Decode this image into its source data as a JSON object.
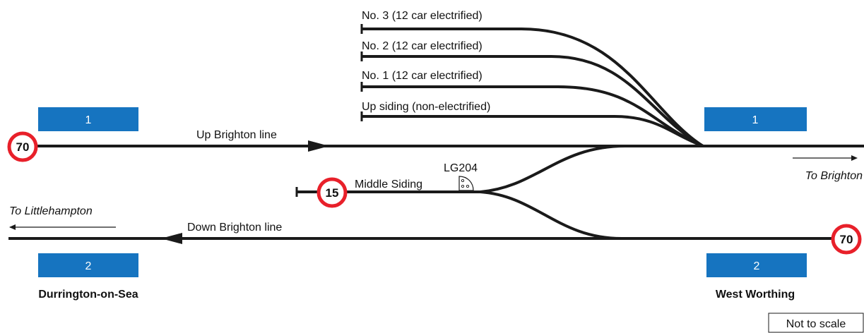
{
  "sidings": {
    "no3": "No. 3 (12 car electrified)",
    "no2": "No. 2 (12 car electrified)",
    "no1": "No. 1 (12 car electrified)",
    "up": "Up siding (non-electrified)"
  },
  "lines": {
    "up": "Up Brighton line",
    "down": "Down Brighton line",
    "middle": "Middle Siding"
  },
  "signal": "LG204",
  "platforms": {
    "left_1": "1",
    "right_1": "1",
    "left_2": "2",
    "right_2": "2"
  },
  "speed_limits": {
    "up_left": "70",
    "middle": "15",
    "down_right": "70"
  },
  "directions": {
    "brighton": "To Brighton",
    "littlehampton": "To Littlehampton"
  },
  "stations": {
    "left": "Durrington-on-Sea",
    "right": "West Worthing"
  },
  "scale_note": "Not to scale",
  "colors": {
    "platform": "#1674c0",
    "speed_ring": "#e8202a",
    "track": "#1a1a1a"
  }
}
